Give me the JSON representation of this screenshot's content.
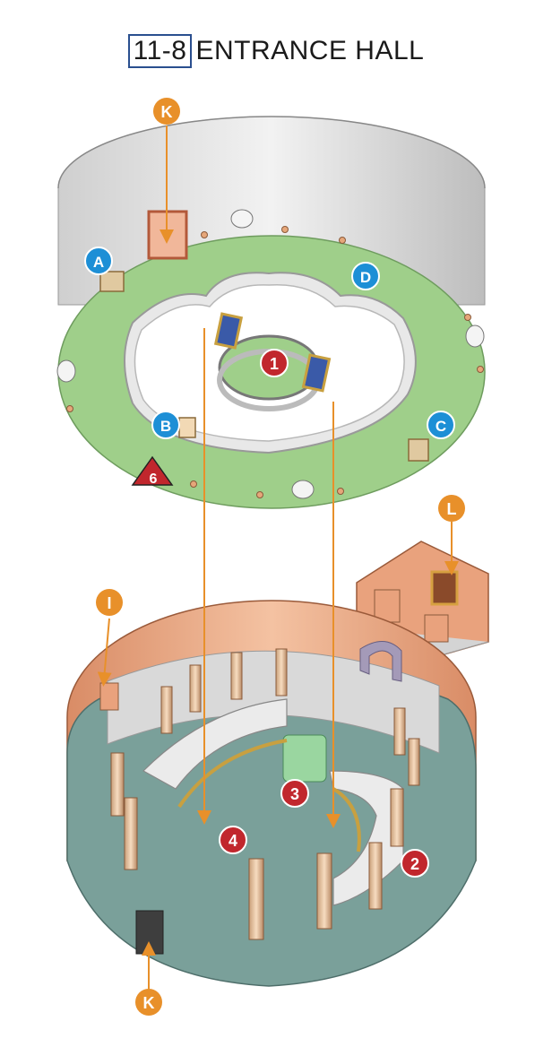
{
  "title": {
    "code": "11-8",
    "name": "ENTRANCE HALL"
  },
  "colors": {
    "orange_marker": "#e8902a",
    "blue_marker": "#1d8fd6",
    "red_marker": "#c1272d",
    "upper_floor": "#9fcf8a",
    "lower_floor": "#7aa09a",
    "wall": "#d9d9d9",
    "wood_wall": "#e6a07a"
  },
  "markers": {
    "orange": {
      "k_top": "K",
      "l": "L",
      "i": "I",
      "k_bottom": "K"
    },
    "blue": {
      "a": "A",
      "b": "B",
      "c": "C",
      "d": "D"
    },
    "red": {
      "r1": "1",
      "r2": "2",
      "r3": "3",
      "r4": "4"
    },
    "triangle": {
      "t6": "6"
    }
  }
}
